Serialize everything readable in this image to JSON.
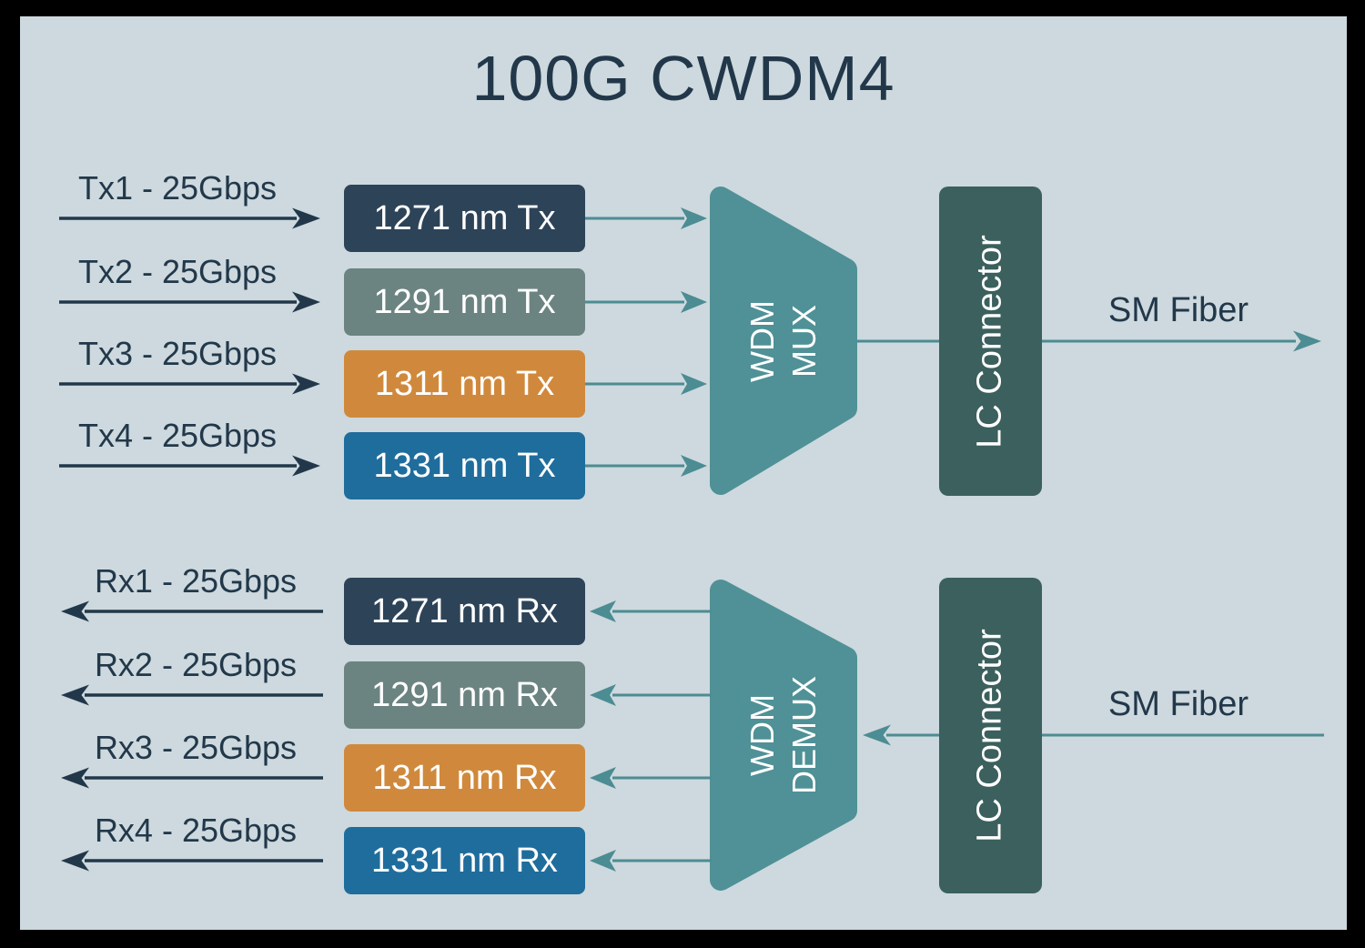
{
  "title": "100G CWDM4",
  "colors": {
    "frame": "#000000",
    "background": "#cdd9de",
    "text_dark": "#22384a",
    "text_light": "#ffffff",
    "line_teal": "#4c8c93",
    "trapezoid": "#4f9196",
    "connector_fill": "#3b605d",
    "box_1271": "#2d4358",
    "box_1291": "#6c8481",
    "box_1311": "#d0893c",
    "box_1331": "#1f6d9c"
  },
  "tx": {
    "rows": [
      {
        "label": "Tx1 - 25Gbps",
        "box": "1271 nm Tx",
        "color": "#2d4358"
      },
      {
        "label": "Tx2 - 25Gbps",
        "box": "1291 nm Tx",
        "color": "#6c8481"
      },
      {
        "label": "Tx3 - 25Gbps",
        "box": "1311 nm Tx",
        "color": "#d0893c"
      },
      {
        "label": "Tx4 - 25Gbps",
        "box": "1331 nm Tx",
        "color": "#1f6d9c"
      }
    ],
    "mux_lines": [
      "WDM",
      "MUX"
    ],
    "connector_label": "LC Connector",
    "fiber_label": "SM Fiber"
  },
  "rx": {
    "rows": [
      {
        "label": "Rx1 - 25Gbps",
        "box": "1271 nm Rx",
        "color": "#2d4358"
      },
      {
        "label": "Rx2 - 25Gbps",
        "box": "1291 nm Rx",
        "color": "#6c8481"
      },
      {
        "label": "Rx3 - 25Gbps",
        "box": "1311 nm Rx",
        "color": "#d0893c"
      },
      {
        "label": "Rx4 - 25Gbps",
        "box": "1331 nm Rx",
        "color": "#1f6d9c"
      }
    ],
    "demux_lines": [
      "WDM",
      "DEMUX"
    ],
    "connector_label": "LC Connector",
    "fiber_label": "SM Fiber"
  }
}
